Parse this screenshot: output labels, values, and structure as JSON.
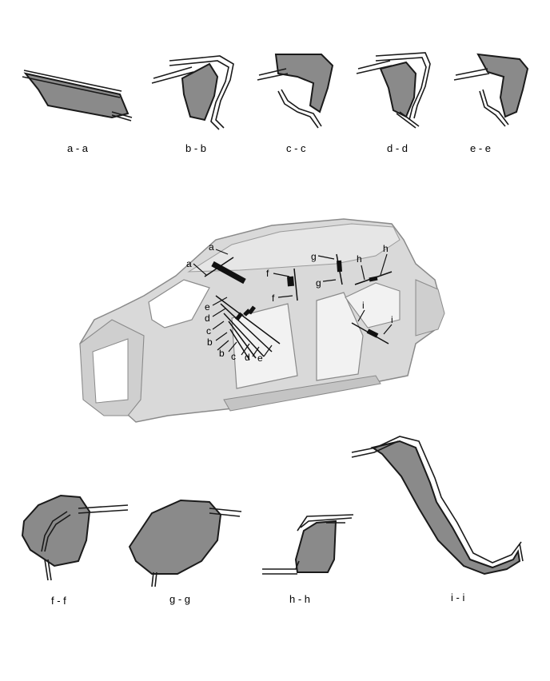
{
  "sections": [
    {
      "id": "a",
      "label": "a - a"
    },
    {
      "id": "b",
      "label": "b - b"
    },
    {
      "id": "c",
      "label": "c - c"
    },
    {
      "id": "d",
      "label": "d - d"
    },
    {
      "id": "e",
      "label": "e - e"
    },
    {
      "id": "f",
      "label": "f - f"
    },
    {
      "id": "g",
      "label": "g - g"
    },
    {
      "id": "h",
      "label": "h - h"
    },
    {
      "id": "i",
      "label": "i - i"
    }
  ],
  "callouts": [
    "a",
    "a",
    "b",
    "b",
    "c",
    "c",
    "d",
    "d",
    "e",
    "e",
    "f",
    "f",
    "g",
    "g",
    "h",
    "h",
    "i",
    "i"
  ],
  "colors": {
    "fill": "#8a8a8a",
    "outline": "#1a1a1a",
    "body": "#d9d9d9",
    "marker": "#111111"
  }
}
